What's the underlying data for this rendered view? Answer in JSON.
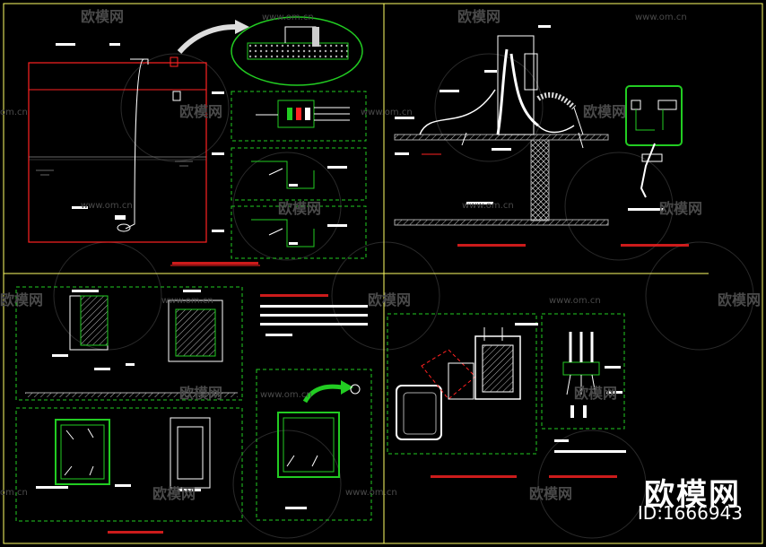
{
  "watermark": {
    "brand": "欧模网",
    "domain": "www.om.cn",
    "domain_short": "om.cn",
    "id_text": "ID:1666943"
  },
  "colors": {
    "background": "#000000",
    "frame": "#ffff66",
    "green": "#22cc22",
    "red": "#ff2222",
    "white": "#ffffff",
    "gray": "#9a9a9a"
  }
}
